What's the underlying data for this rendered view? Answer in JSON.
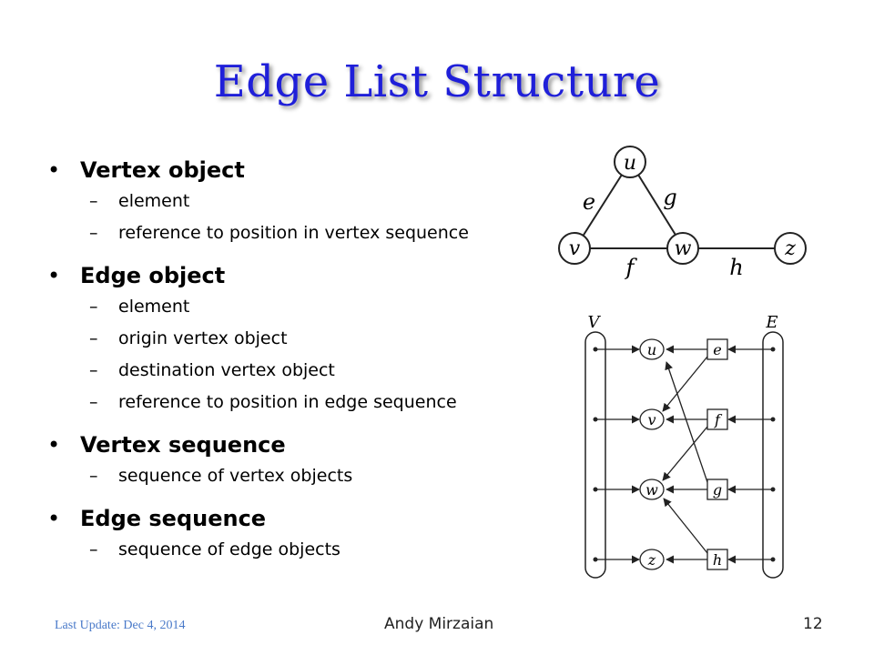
{
  "slide": {
    "title": "Edge List Structure",
    "bullets": [
      {
        "label": "Vertex object",
        "subs": [
          "element",
          "reference to position in vertex sequence"
        ]
      },
      {
        "label": "Edge object",
        "subs": [
          "element",
          "origin vertex object",
          "destination vertex object",
          "reference to position in edge sequence"
        ]
      },
      {
        "label": "Vertex sequence",
        "subs": [
          "sequence of vertex objects"
        ]
      },
      {
        "label": "Edge sequence",
        "subs": [
          "sequence of edge objects"
        ]
      }
    ]
  },
  "graph": {
    "vertices": [
      "u",
      "v",
      "w",
      "z"
    ],
    "edges": [
      "e",
      "g",
      "f",
      "h"
    ]
  },
  "structure": {
    "v_label": "V",
    "e_label": "E",
    "vertices": [
      "u",
      "v",
      "w",
      "z"
    ],
    "edges": [
      "e",
      "f",
      "g",
      "h"
    ]
  },
  "footer": {
    "last_update": "Last Update: Dec 4, 2014",
    "author": "Andy Mirzaian",
    "page": "12"
  }
}
